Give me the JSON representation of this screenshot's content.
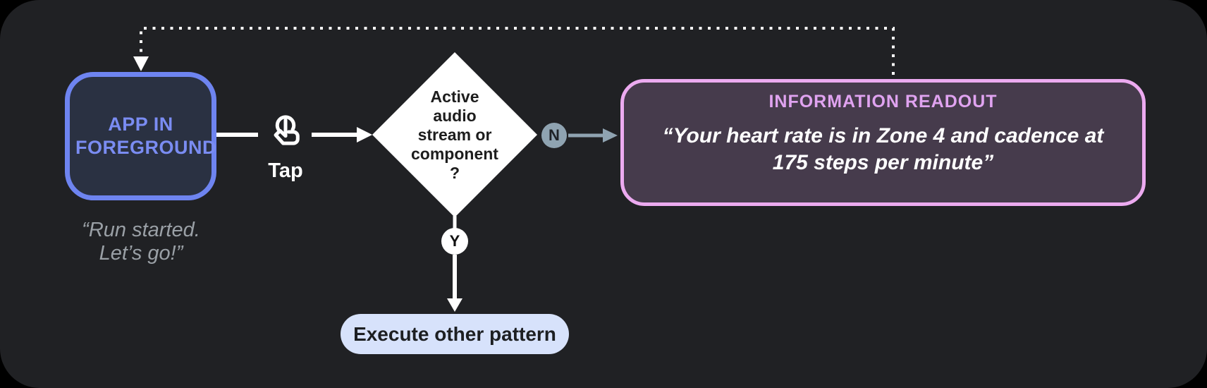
{
  "canvas": {
    "page_background": "#000000",
    "surface_background": "#202124"
  },
  "nodes": {
    "app_state": {
      "label": "APP IN FOREGROUND",
      "quote_lines": [
        "“Run started.",
        "Let’s go!”"
      ],
      "border_color": "#6e84f0",
      "fill_color": "#2a3142",
      "text_color": "#7a8cf2"
    },
    "tap": {
      "label": "Tap",
      "icon": "tap-gesture-icon"
    },
    "decision": {
      "lines": [
        "Active",
        "audio",
        "stream or",
        "component",
        "?"
      ],
      "fill_color": "#ffffff",
      "text_color": "#1d1d1d"
    },
    "branch_no": {
      "label": "N",
      "color": "#8fa3b1"
    },
    "branch_yes": {
      "label": "Y",
      "color": "#ffffff"
    },
    "readout": {
      "title": "INFORMATION READOUT",
      "quote_lines": [
        "“Your heart rate is in Zone 4 and cadence at",
        "175 steps per minute”"
      ],
      "border_color": "#ecaaf0",
      "fill_color": "#463b4c",
      "title_color": "#e0a3f0"
    },
    "execute": {
      "label": "Execute other pattern",
      "fill_color": "#d7e2fb"
    }
  }
}
